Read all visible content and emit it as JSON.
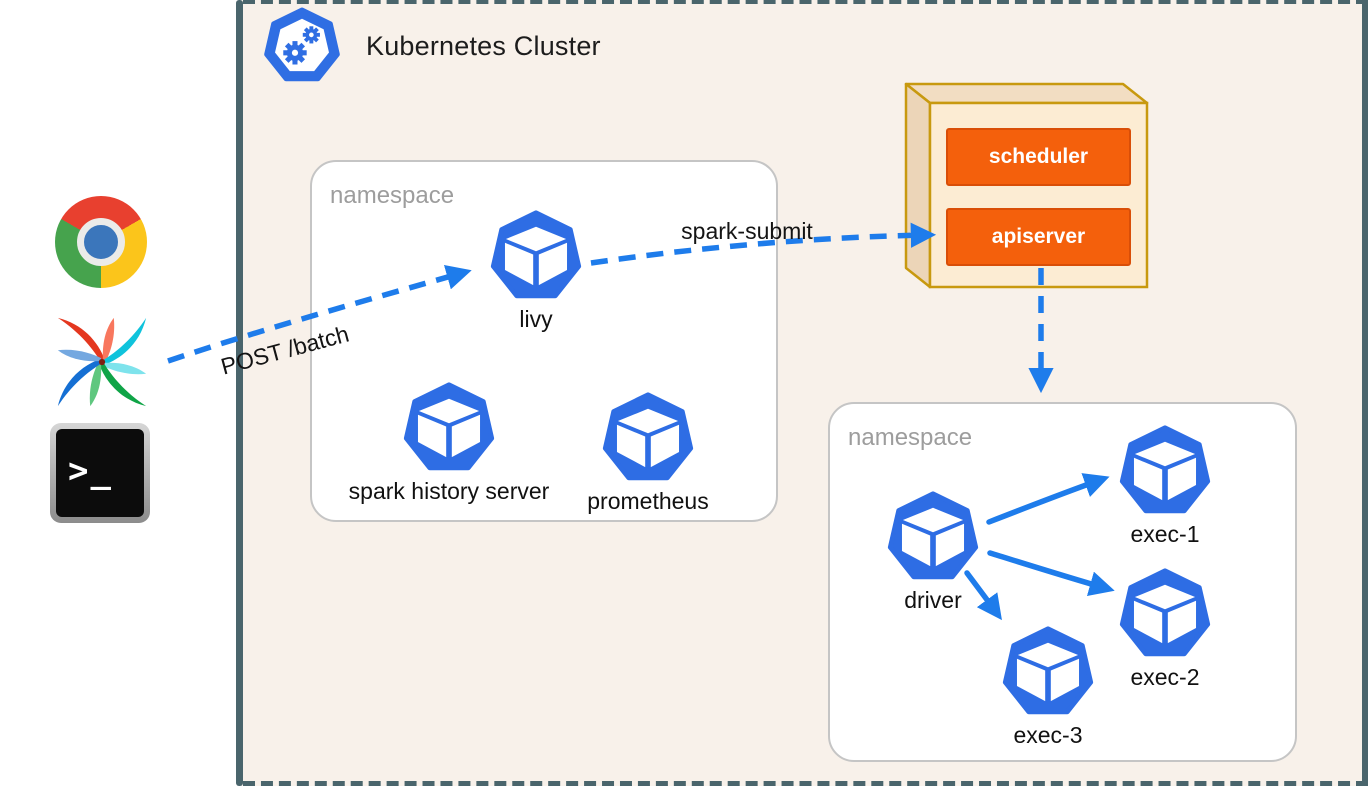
{
  "diagram": {
    "cluster": {
      "title": "Kubernetes Cluster",
      "fill": "#f8f1ea",
      "border_color": "#4a656c"
    },
    "clients": {
      "browser_icon": "chrome",
      "workflow_icon": "airflow-pinwheel",
      "terminal_icon": "terminal",
      "terminal_prompt": ">_"
    },
    "namespace_left": {
      "label": "namespace",
      "pods": {
        "livy": "livy",
        "spark_history_server": "spark history server",
        "prometheus": "prometheus"
      }
    },
    "namespace_right": {
      "label": "namespace",
      "pods": {
        "driver": "driver",
        "exec1": "exec-1",
        "exec2": "exec-2",
        "exec3": "exec-3"
      }
    },
    "control_plane": {
      "scheduler": "scheduler",
      "apiserver": "apiserver",
      "face_fill": "#fcecd3",
      "side_fill": "#eed8bd",
      "border_color": "#c8990f",
      "item_fill": "#f4600c",
      "item_border": "#d94e07",
      "item_text_color": "#ffffff"
    },
    "arrows": {
      "post_batch_label": "POST /batch",
      "spark_submit_label": "spark-submit",
      "color": "#1e7ceb"
    },
    "pod_color": "#2e6de4",
    "namespace_border_color": "#c5c5c5"
  }
}
